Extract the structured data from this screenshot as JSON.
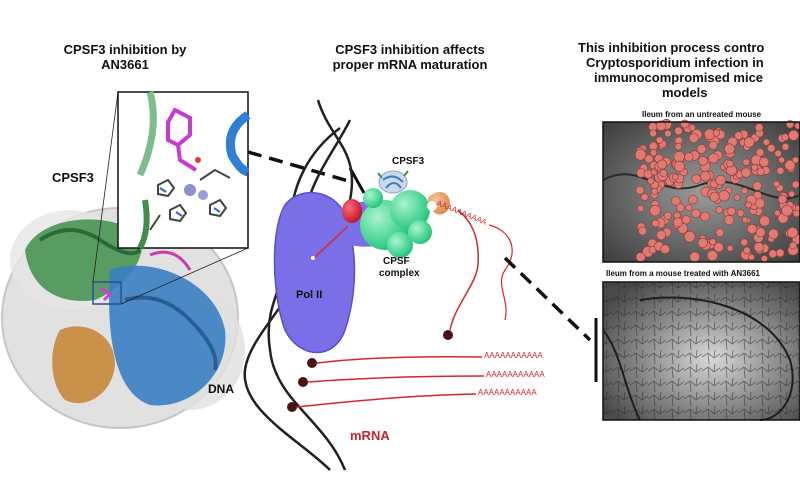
{
  "panels": {
    "left": {
      "title_line1": "CPSF3 inhibition by",
      "title_line2": "AN3661",
      "protein_label": "CPSF3"
    },
    "middle": {
      "title_line1": "CPSF3 inhibition affects",
      "title_line2": "proper mRNA maturation",
      "cpsf3_label": "CPSF3",
      "complex_line1": "CPSF",
      "complex_line2": "complex",
      "polii_label": "Pol II",
      "dna_label": "DNA",
      "mrna_label": "mRNA",
      "polya_tail": "AAAAAAAAAAA",
      "polya_short": "AAAAAAAAAA"
    },
    "right": {
      "title_line1": "This inhibition process contro",
      "title_line2": "Cryptosporidium infection in",
      "title_line3": "immunocompromised mice",
      "title_line4": "models",
      "caption_top": "Ileum from an untreated mouse",
      "caption_bottom": "Ileum from a mouse treated with AN3661"
    }
  },
  "colors": {
    "mrna_red": "#d3282e",
    "polii_purple": "#7b6fe8",
    "cpsf_green": "#3ddc97",
    "mrna_label": "#c8242b"
  }
}
